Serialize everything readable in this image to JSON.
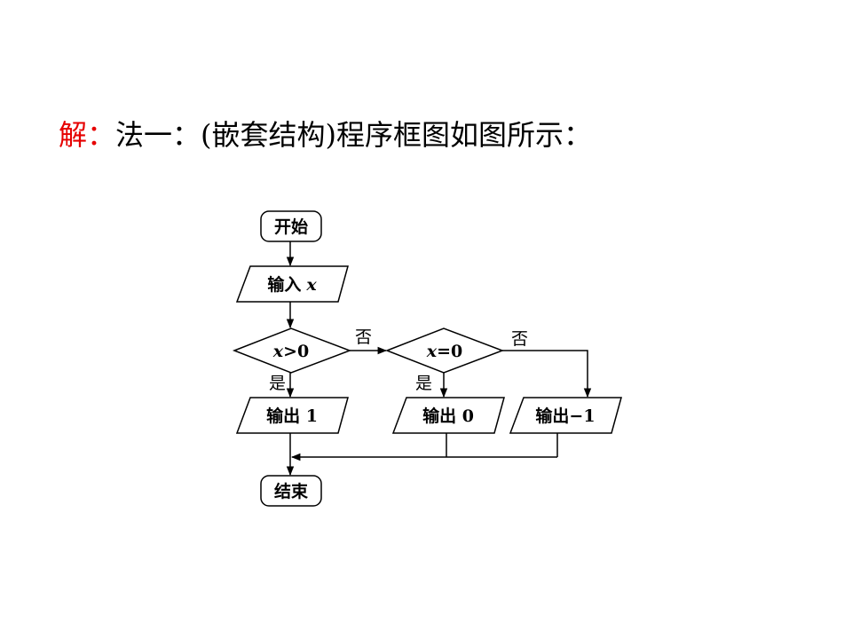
{
  "heading": {
    "prefix": "解：",
    "text": "法一：(嵌套结构)程序框图如图所示："
  },
  "flowchart": {
    "start": "开始",
    "input": "输入",
    "input_var": "x",
    "cond1_var": "x",
    "cond1_rest": ">0",
    "cond2_var": "x",
    "cond2_rest": "=0",
    "out1": "输出 1",
    "out0": "输出 0",
    "outneg": "输出−1",
    "end": "结束",
    "yes": "是",
    "no": "否"
  }
}
